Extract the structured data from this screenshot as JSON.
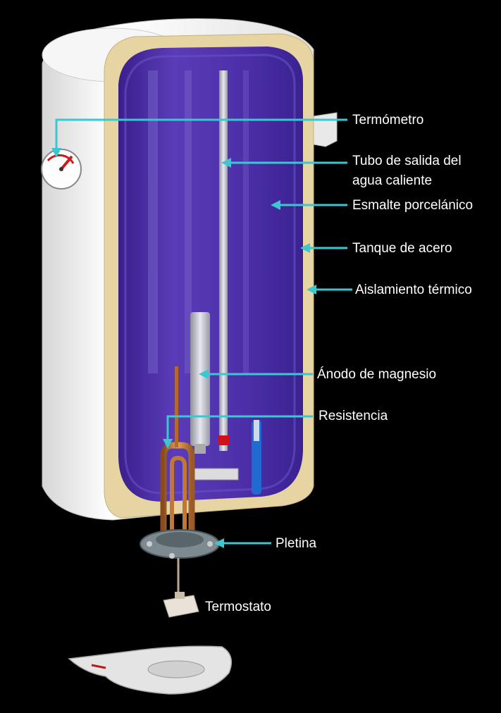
{
  "labels": {
    "termometro": "Termómetro",
    "tubo_line1": "Tubo de salida del",
    "tubo_line2": "agua caliente",
    "esmalte": "Esmalte porcelánico",
    "tanque": "Tanque de acero",
    "aislamiento": "Aislamiento térmico",
    "anodo": "Ánodo de magnesio",
    "resistencia": "Resistencia",
    "pletina": "Pletina",
    "termostato": "Termostato"
  },
  "colors": {
    "background": "#000000",
    "leader": "#3cc6cf",
    "label_text": "#ffffff",
    "tank_inner": "#4a2ea6",
    "insulation": "#e6d4a2",
    "shell": "#f1f1f1"
  }
}
